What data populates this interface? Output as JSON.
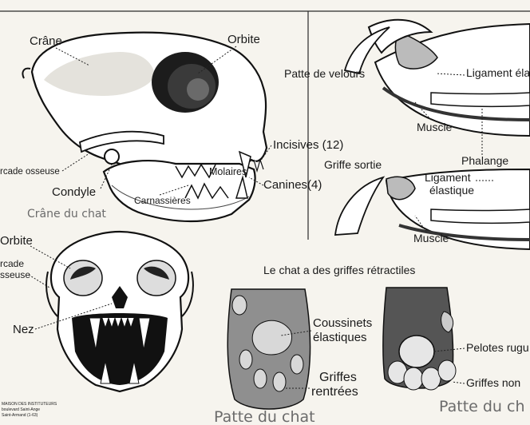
{
  "skull_side": {
    "crane": "Crâne",
    "orbite": "Orbite",
    "arcade_osseuse": "rcade osseuse",
    "condyle": "Condyle",
    "incisives": "Incisives (12)",
    "molaires": "Molaires",
    "canines": "Canines(4)",
    "carnassieres": "Carnassières",
    "caption": "Crâne du chat"
  },
  "skull_front": {
    "orbite": "Orbite",
    "arcade_line1": "rcade",
    "arcade_line2": "sseuse",
    "nez": "Nez"
  },
  "claws": {
    "patte_de_velours": "Patte de velours",
    "ligament_elastique_top": "Ligament éla",
    "muscle_top": "Muscle",
    "phalange": "Phalange",
    "griffe_sortie": "Griffe sortie",
    "ligament_line1": "Ligament",
    "ligament_line2": "élastique",
    "muscle_bottom": "Muscle"
  },
  "paws": {
    "title": "Le chat a des griffes rétractiles",
    "coussinets_line1": "Coussinets",
    "coussinets_line2": "élastiques",
    "griffes_line1": "Griffes",
    "griffes_line2": "rentrées",
    "pelotes": "Pelotes rugu",
    "griffes_non": "Griffes non",
    "caption_left": "Patte du chat",
    "caption_right": "Patte du ch"
  },
  "publisher": {
    "line1": "MAISON DES INSTITUTEURS",
    "line2": "boulevard Saint-Ange",
    "line3": "Saint-Armand (1-63)"
  }
}
